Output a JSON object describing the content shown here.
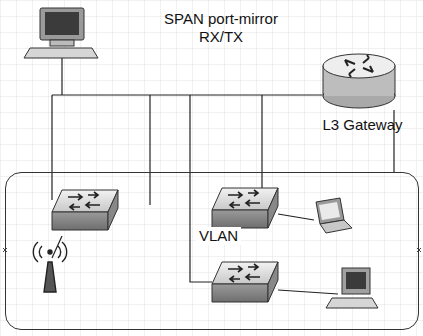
{
  "diagram": {
    "nodes": [
      {
        "text": [
          "L3 Gateway"
        ]
      },
      {
        "text": [
          "VLAN"
        ]
      }
    ],
    "edges": [
      {
        "from": 0,
        "to": 1,
        "arrow": "none"
      }
    ],
    "labels": [
      "SPAN port-mirror RX/TX"
    ]
  }
}
